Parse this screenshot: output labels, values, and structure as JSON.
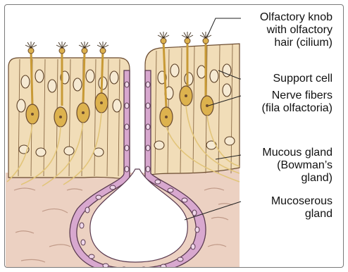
{
  "labels": {
    "olfactory_knob": "Olfactory knob\nwith olfactory\nhair (cilium)",
    "support_cell": "Support cell",
    "nerve_fibers": "Nerve fibers\n(fila olfactoria)",
    "mucous_gland": "Mucous gland\n(Bowman’s\ngland)",
    "mucoserous_gland": "Mucoserous\ngland"
  },
  "colors": {
    "connective_tissue": "#ecd1c2",
    "epithelium": "#f1ddb8",
    "olfactory_cell": "#ddb24e",
    "gland_wall": "#d8a8cf",
    "outline": "#6a4a2e"
  }
}
